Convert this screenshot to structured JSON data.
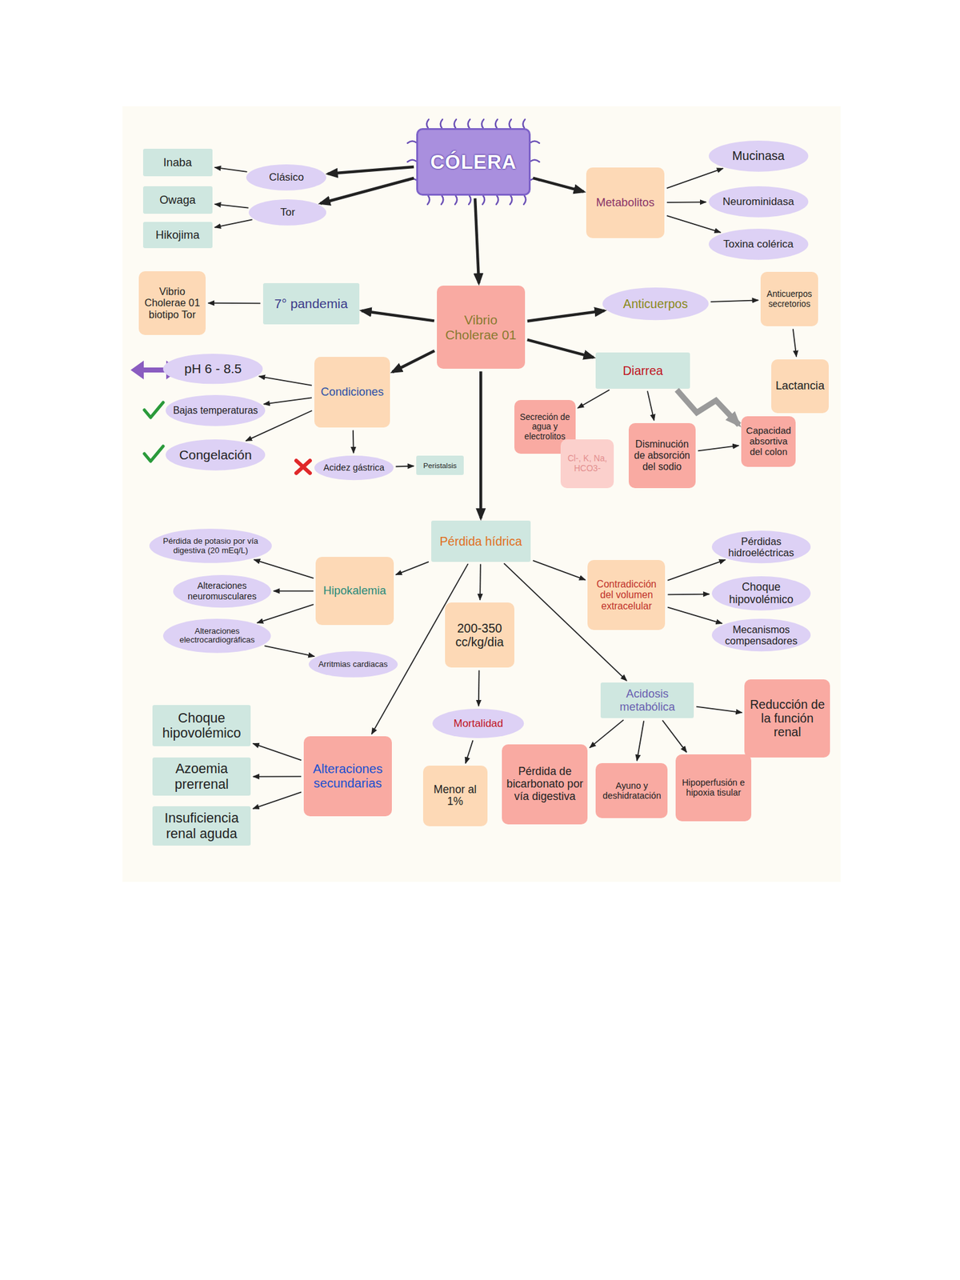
{
  "diagram": {
    "nodes": [
      {
        "text": [
          "CÓLERA"
        ]
      },
      {
        "text": [
          "Inaba"
        ]
      },
      {
        "text": [
          "Owaga"
        ]
      },
      {
        "text": [
          "Hikojima"
        ]
      },
      {
        "text": [
          "Clásico"
        ]
      },
      {
        "text": [
          "Tor"
        ]
      },
      {
        "text": [
          "Metabolitos"
        ]
      },
      {
        "text": [
          "Mucinasa"
        ]
      },
      {
        "text": [
          "Neurominidasa"
        ]
      },
      {
        "text": [
          "Toxina colérica"
        ]
      },
      {
        "text": [
          "Vibrio Cholerae 01 biotipo Tor"
        ]
      },
      {
        "text": [
          "7° pandemia"
        ]
      },
      {
        "text": [
          "Vibrio Cholerae 01"
        ]
      },
      {
        "text": [
          "Anticuerpos"
        ]
      },
      {
        "text": [
          "Anticuerpos secretorios"
        ]
      },
      {
        "text": [
          "Lactancia"
        ]
      },
      {
        "text": [
          "pH 6 - 8.5"
        ]
      },
      {
        "text": [
          "Bajas temperaturas"
        ]
      },
      {
        "text": [
          "Congelación"
        ]
      },
      {
        "text": [
          "Condiciones"
        ]
      },
      {
        "text": [
          "Acidez gástrica"
        ]
      },
      {
        "text": [
          "Peristalsis"
        ]
      },
      {
        "text": [
          "Diarrea"
        ]
      },
      {
        "text": [
          "Secreción de agua y electrolitos"
        ]
      },
      {
        "text": [
          "Cl-, K, Na, HCO3-"
        ]
      },
      {
        "text": [
          "Disminución de absorción del sodio"
        ]
      },
      {
        "text": [
          "Capacidad absortiva del colon"
        ]
      },
      {
        "text": [
          "Pérdida hídrica"
        ]
      },
      {
        "text": [
          "Pérdida de potasio por vía digestiva (20 mEq/L)"
        ]
      },
      {
        "text": [
          "Alteraciones neuromusculares"
        ]
      },
      {
        "text": [
          "Alteraciones electrocardiográficas"
        ]
      },
      {
        "text": [
          "Arritmias cardiacas"
        ]
      },
      {
        "text": [
          "Hipokalemia"
        ]
      },
      {
        "text": [
          "Contradicción del volumen extracelular"
        ]
      },
      {
        "text": [
          "Pérdidas hidroeléctricas"
        ]
      },
      {
        "text": [
          "Choque hipovolémico"
        ]
      },
      {
        "text": [
          "Mecanismos compensadores"
        ]
      },
      {
        "text": [
          "200-350 cc/kg/dia"
        ]
      },
      {
        "text": [
          "Mortalidad"
        ]
      },
      {
        "text": [
          "Acidosis metabólica"
        ]
      },
      {
        "text": [
          "Reducción de la función renal"
        ]
      },
      {
        "text": [
          "Menor al 1%"
        ]
      },
      {
        "text": [
          "Pérdida de bicarbonato por vía digestiva"
        ]
      },
      {
        "text": [
          "Ayuno y deshidratación"
        ]
      },
      {
        "text": [
          "Hipoperfusión e hipoxia tisular"
        ]
      },
      {
        "text": [
          "Choque hipovolémico"
        ]
      },
      {
        "text": [
          "Alteraciones secundarias"
        ]
      },
      {
        "text": [
          "Azoemia prerrenal"
        ]
      },
      {
        "text": [
          "Insuficiencia renal aguda"
        ]
      }
    ],
    "edges": [
      {
        "from": 0,
        "to": 4,
        "arrow": "to"
      },
      {
        "from": 0,
        "to": 5,
        "arrow": "to"
      },
      {
        "from": 4,
        "to": 1,
        "arrow": "to"
      },
      {
        "from": 5,
        "to": 2,
        "arrow": "to"
      },
      {
        "from": 5,
        "to": 3,
        "arrow": "to"
      },
      {
        "from": 0,
        "to": 6,
        "arrow": "to"
      },
      {
        "from": 6,
        "to": 7,
        "arrow": "to"
      },
      {
        "from": 6,
        "to": 8,
        "arrow": "to"
      },
      {
        "from": 6,
        "to": 9,
        "arrow": "to"
      },
      {
        "from": 0,
        "to": 12,
        "arrow": "to"
      },
      {
        "from": 12,
        "to": 11,
        "arrow": "to"
      },
      {
        "from": 11,
        "to": 10,
        "arrow": "to"
      },
      {
        "from": 12,
        "to": 13,
        "arrow": "to"
      },
      {
        "from": 13,
        "to": 14,
        "arrow": "to"
      },
      {
        "from": 14,
        "to": 15,
        "arrow": "to"
      },
      {
        "from": 12,
        "to": 19,
        "arrow": "to"
      },
      {
        "from": 19,
        "to": 16,
        "arrow": "to"
      },
      {
        "from": 19,
        "to": 17,
        "arrow": "to"
      },
      {
        "from": 19,
        "to": 18,
        "arrow": "to"
      },
      {
        "from": 19,
        "to": 20,
        "arrow": "to"
      },
      {
        "from": 20,
        "to": 21,
        "arrow": "to"
      },
      {
        "from": 12,
        "to": 22,
        "arrow": "to"
      },
      {
        "from": 22,
        "to": 23,
        "arrow": "to"
      },
      {
        "from": 22,
        "to": 25,
        "arrow": "to"
      },
      {
        "from": 25,
        "to": 26,
        "arrow": "to"
      },
      {
        "from": 22,
        "to": 26,
        "arrow": "to"
      },
      {
        "from": 12,
        "to": 27,
        "arrow": "to"
      },
      {
        "from": 27,
        "to": 32,
        "arrow": "to"
      },
      {
        "from": 32,
        "to": 28,
        "arrow": "to"
      },
      {
        "from": 32,
        "to": 29,
        "arrow": "to"
      },
      {
        "from": 32,
        "to": 30,
        "arrow": "to"
      },
      {
        "from": 30,
        "to": 31,
        "arrow": "to"
      },
      {
        "from": 27,
        "to": 46,
        "arrow": "to"
      },
      {
        "from": 46,
        "to": 45,
        "arrow": "to"
      },
      {
        "from": 46,
        "to": 47,
        "arrow": "to"
      },
      {
        "from": 46,
        "to": 48,
        "arrow": "to"
      },
      {
        "from": 27,
        "to": 37,
        "arrow": "to"
      },
      {
        "from": 37,
        "to": 38,
        "arrow": "to"
      },
      {
        "from": 38,
        "to": 41,
        "arrow": "to"
      },
      {
        "from": 27,
        "to": 33,
        "arrow": "to"
      },
      {
        "from": 33,
        "to": 34,
        "arrow": "to"
      },
      {
        "from": 33,
        "to": 35,
        "arrow": "to"
      },
      {
        "from": 33,
        "to": 36,
        "arrow": "to"
      },
      {
        "from": 27,
        "to": 39,
        "arrow": "to"
      },
      {
        "from": 39,
        "to": 42,
        "arrow": "to"
      },
      {
        "from": 39,
        "to": 43,
        "arrow": "to"
      },
      {
        "from": 39,
        "to": 44,
        "arrow": "to"
      },
      {
        "from": 39,
        "to": 40,
        "arrow": "to"
      }
    ]
  }
}
